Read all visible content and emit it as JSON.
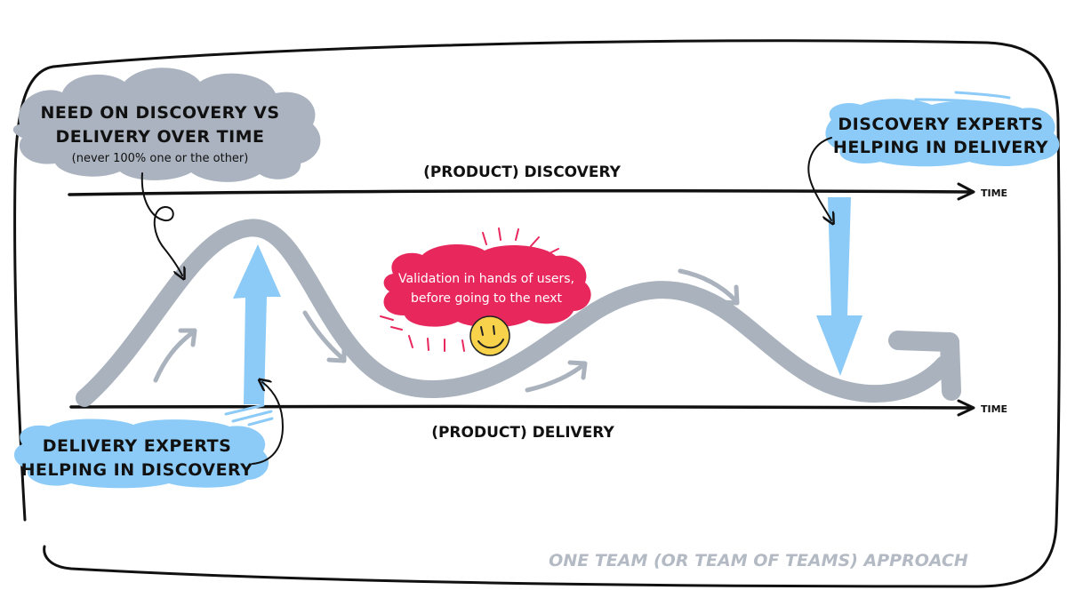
{
  "labels": {
    "need_title_line1": "NEED ON DISCOVERY VS",
    "need_title_line2": "DELIVERY OVER TIME",
    "need_subtitle": "(never 100% one or the other)",
    "product_discovery": "(PRODUCT) DISCOVERY",
    "product_delivery": "(PRODUCT) DELIVERY",
    "time_top": "TIME",
    "time_bottom": "TIME",
    "discovery_experts_line1": "DISCOVERY EXPERTS",
    "discovery_experts_line2": "HELPING IN DELIVERY",
    "delivery_experts_line1": "DELIVERY EXPERTS",
    "delivery_experts_line2": "HELPING IN DISCOVERY",
    "validation_line1": "Validation in hands of users,",
    "validation_line2": "before going to the next",
    "footer": "ONE TEAM (OR TEAM OF TEAMS) APPROACH"
  },
  "colors": {
    "gray_cloud": "#aab3bf",
    "blue_cloud": "#8ccbf7",
    "blue_arrow": "#8ccbf7",
    "wave": "#a9b2bd",
    "pink_cloud": "#e8285d",
    "pink_rays": "#e8285d",
    "smiley": "#f7d24a",
    "footer_text": "#b3bac4",
    "ink": "#111111"
  },
  "icons": {
    "smiley": "smiley-face-icon"
  }
}
